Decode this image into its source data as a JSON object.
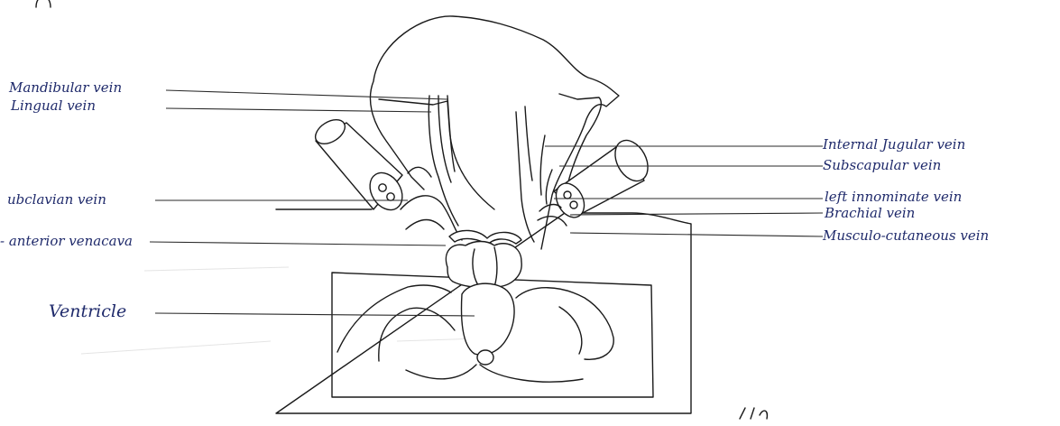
{
  "labels": {
    "left": {
      "mandibular": "Mandibular vein",
      "lingual": "Lingual vein",
      "subclavian": "ubclavian vein",
      "anterior_venacava": "- anterior venacava",
      "ventricle": "Ventricle"
    },
    "right": {
      "internal_jugular": "Internal Jugular vein",
      "subscapular": "Subscapular vein",
      "left_innominate": "left innominate vein",
      "brachial": "Brachial vein",
      "musculo_cutaneous": "Musculo-cutaneous vein"
    }
  },
  "colors": {
    "ink": "#1a1a1a",
    "label_ink": "#1f2a6b",
    "paper": "#ffffff"
  }
}
